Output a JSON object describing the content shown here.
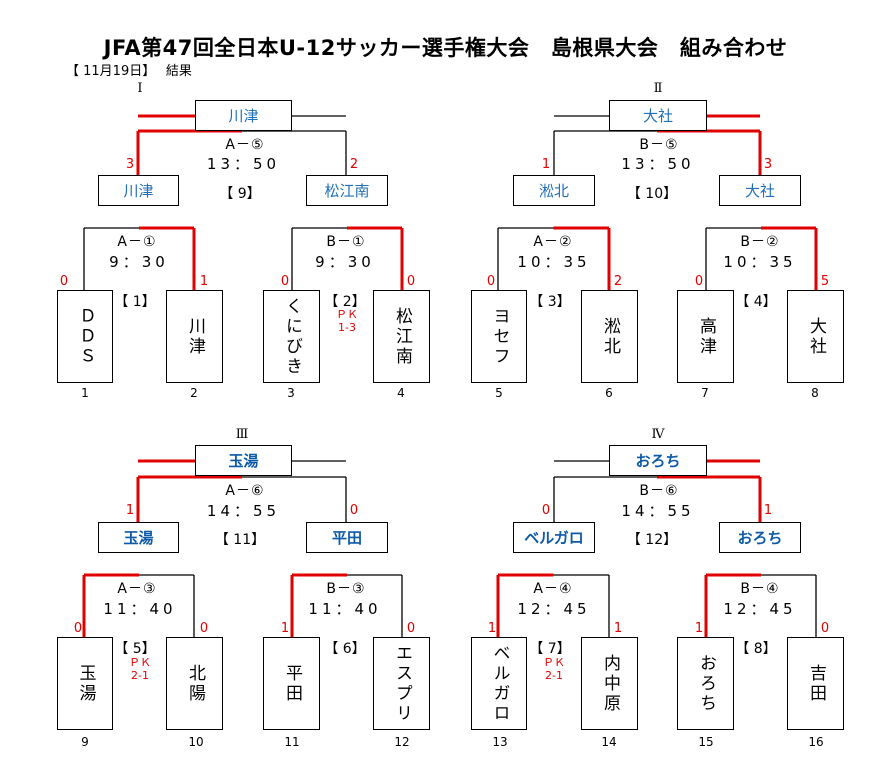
{
  "title": "JFA第47回全日本U-12サッカー選手権大会　島根県大会　組み合わせ",
  "subtitle": "【 11月19日】　 結果",
  "blocks": [
    {
      "roman": "Ⅰ",
      "final": {
        "winner": "川津",
        "sched": "A－⑤",
        "time": "13：50",
        "match_no": "【 9】",
        "left_score": "3",
        "right_score": "2"
      },
      "semis": [
        {
          "winner": "川津",
          "sched": "A－①",
          "time": "9：30",
          "match_no": "【 1】",
          "left_score": "0",
          "right_score": "1",
          "pk": ""
        },
        {
          "winner": "松江南",
          "sched": "B－①",
          "time": "9：30",
          "match_no": "【 2】",
          "left_score": "0",
          "right_score": "0",
          "pk": "ＰＫ\n1‑3"
        }
      ],
      "teams": [
        {
          "name": "ＤＤＳ",
          "seed": "1"
        },
        {
          "name": "川津",
          "seed": "2"
        },
        {
          "name": "くにびき",
          "seed": "3"
        },
        {
          "name": "松江南",
          "seed": "4"
        }
      ]
    },
    {
      "roman": "Ⅱ",
      "final": {
        "winner": "大社",
        "sched": "B－⑤",
        "time": "13：50",
        "match_no": "【 10】",
        "left_score": "1",
        "right_score": "3"
      },
      "semis": [
        {
          "winner": "淞北",
          "sched": "A－②",
          "time": "10：35",
          "match_no": "【 3】",
          "left_score": "0",
          "right_score": "2",
          "pk": ""
        },
        {
          "winner": "大社",
          "sched": "B－②",
          "time": "10：35",
          "match_no": "【 4】",
          "left_score": "0",
          "right_score": "5",
          "pk": ""
        }
      ],
      "teams": [
        {
          "name": "ヨセフ",
          "seed": "5"
        },
        {
          "name": "淞北",
          "seed": "6"
        },
        {
          "name": "高津",
          "seed": "7"
        },
        {
          "name": "大社",
          "seed": "8"
        }
      ]
    },
    {
      "roman": "Ⅲ",
      "final": {
        "winner": "玉湯",
        "sched": "A－⑥",
        "time": "14：55",
        "match_no": "【 11】",
        "left_score": "1",
        "right_score": "0"
      },
      "semis": [
        {
          "winner": "玉湯",
          "sched": "A－③",
          "time": "11：40",
          "match_no": "【 5】",
          "left_score": "0",
          "right_score": "0",
          "pk": "ＰＫ\n2‑1"
        },
        {
          "winner": "平田",
          "sched": "B－③",
          "time": "11：40",
          "match_no": "【 6】",
          "left_score": "1",
          "right_score": "0",
          "pk": ""
        }
      ],
      "teams": [
        {
          "name": "玉湯",
          "seed": "9"
        },
        {
          "name": "北陽",
          "seed": "10"
        },
        {
          "name": "平田",
          "seed": "11"
        },
        {
          "name": "エスプリ",
          "seed": "12"
        }
      ]
    },
    {
      "roman": "Ⅳ",
      "final": {
        "winner": "おろち",
        "sched": "B－⑥",
        "time": "14：55",
        "match_no": "【 12】",
        "left_score": "0",
        "right_score": "1"
      },
      "semis": [
        {
          "winner": "ベルガロ",
          "sched": "A－④",
          "time": "12：45",
          "match_no": "【 7】",
          "left_score": "1",
          "right_score": "1",
          "pk": "ＰＫ\n2‑1"
        },
        {
          "winner": "おろち",
          "sched": "B－④",
          "time": "12：45",
          "match_no": "【 8】",
          "left_score": "1",
          "right_score": "0",
          "pk": ""
        }
      ],
      "teams": [
        {
          "name": "ベルガロ",
          "seed": "13"
        },
        {
          "name": "内中原",
          "seed": "14"
        },
        {
          "name": "おろち",
          "seed": "15"
        },
        {
          "name": "吉田",
          "seed": "16"
        }
      ]
    }
  ],
  "colors": {
    "winner_line": "#e00000",
    "line": "#000000",
    "winner_text": "#1f6fb8"
  }
}
